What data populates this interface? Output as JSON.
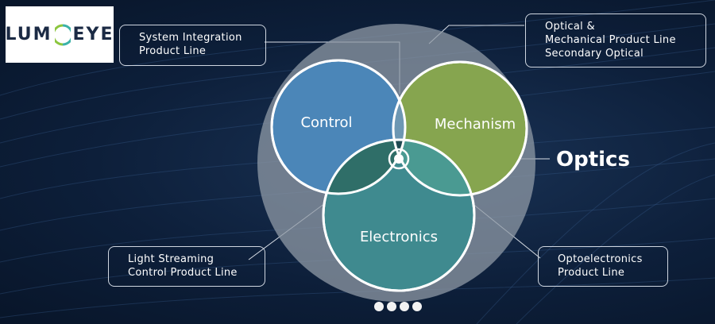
{
  "logo": {
    "left": "LUM",
    "right": "EYE"
  },
  "circles": {
    "control": "Control",
    "mechanism": "Mechanism",
    "electronics": "Electronics",
    "center": "Optics"
  },
  "callouts": {
    "system_integration": [
      "System Integration",
      "Product Line"
    ],
    "optical_mechanical": [
      "Optical &",
      "Mechanical Product Line",
      "Secondary Optical"
    ],
    "light_streaming": [
      "Light Streaming",
      "Control Product Line"
    ],
    "optoelectronics": [
      "Optoelectronics",
      "Product Line"
    ]
  },
  "carousel": {
    "dot_count": 4
  },
  "colors": {
    "control": "#4b86b8",
    "mechanism": "#86a54f",
    "electronics": "#3f8a8f",
    "outer": "#8f99a6"
  }
}
